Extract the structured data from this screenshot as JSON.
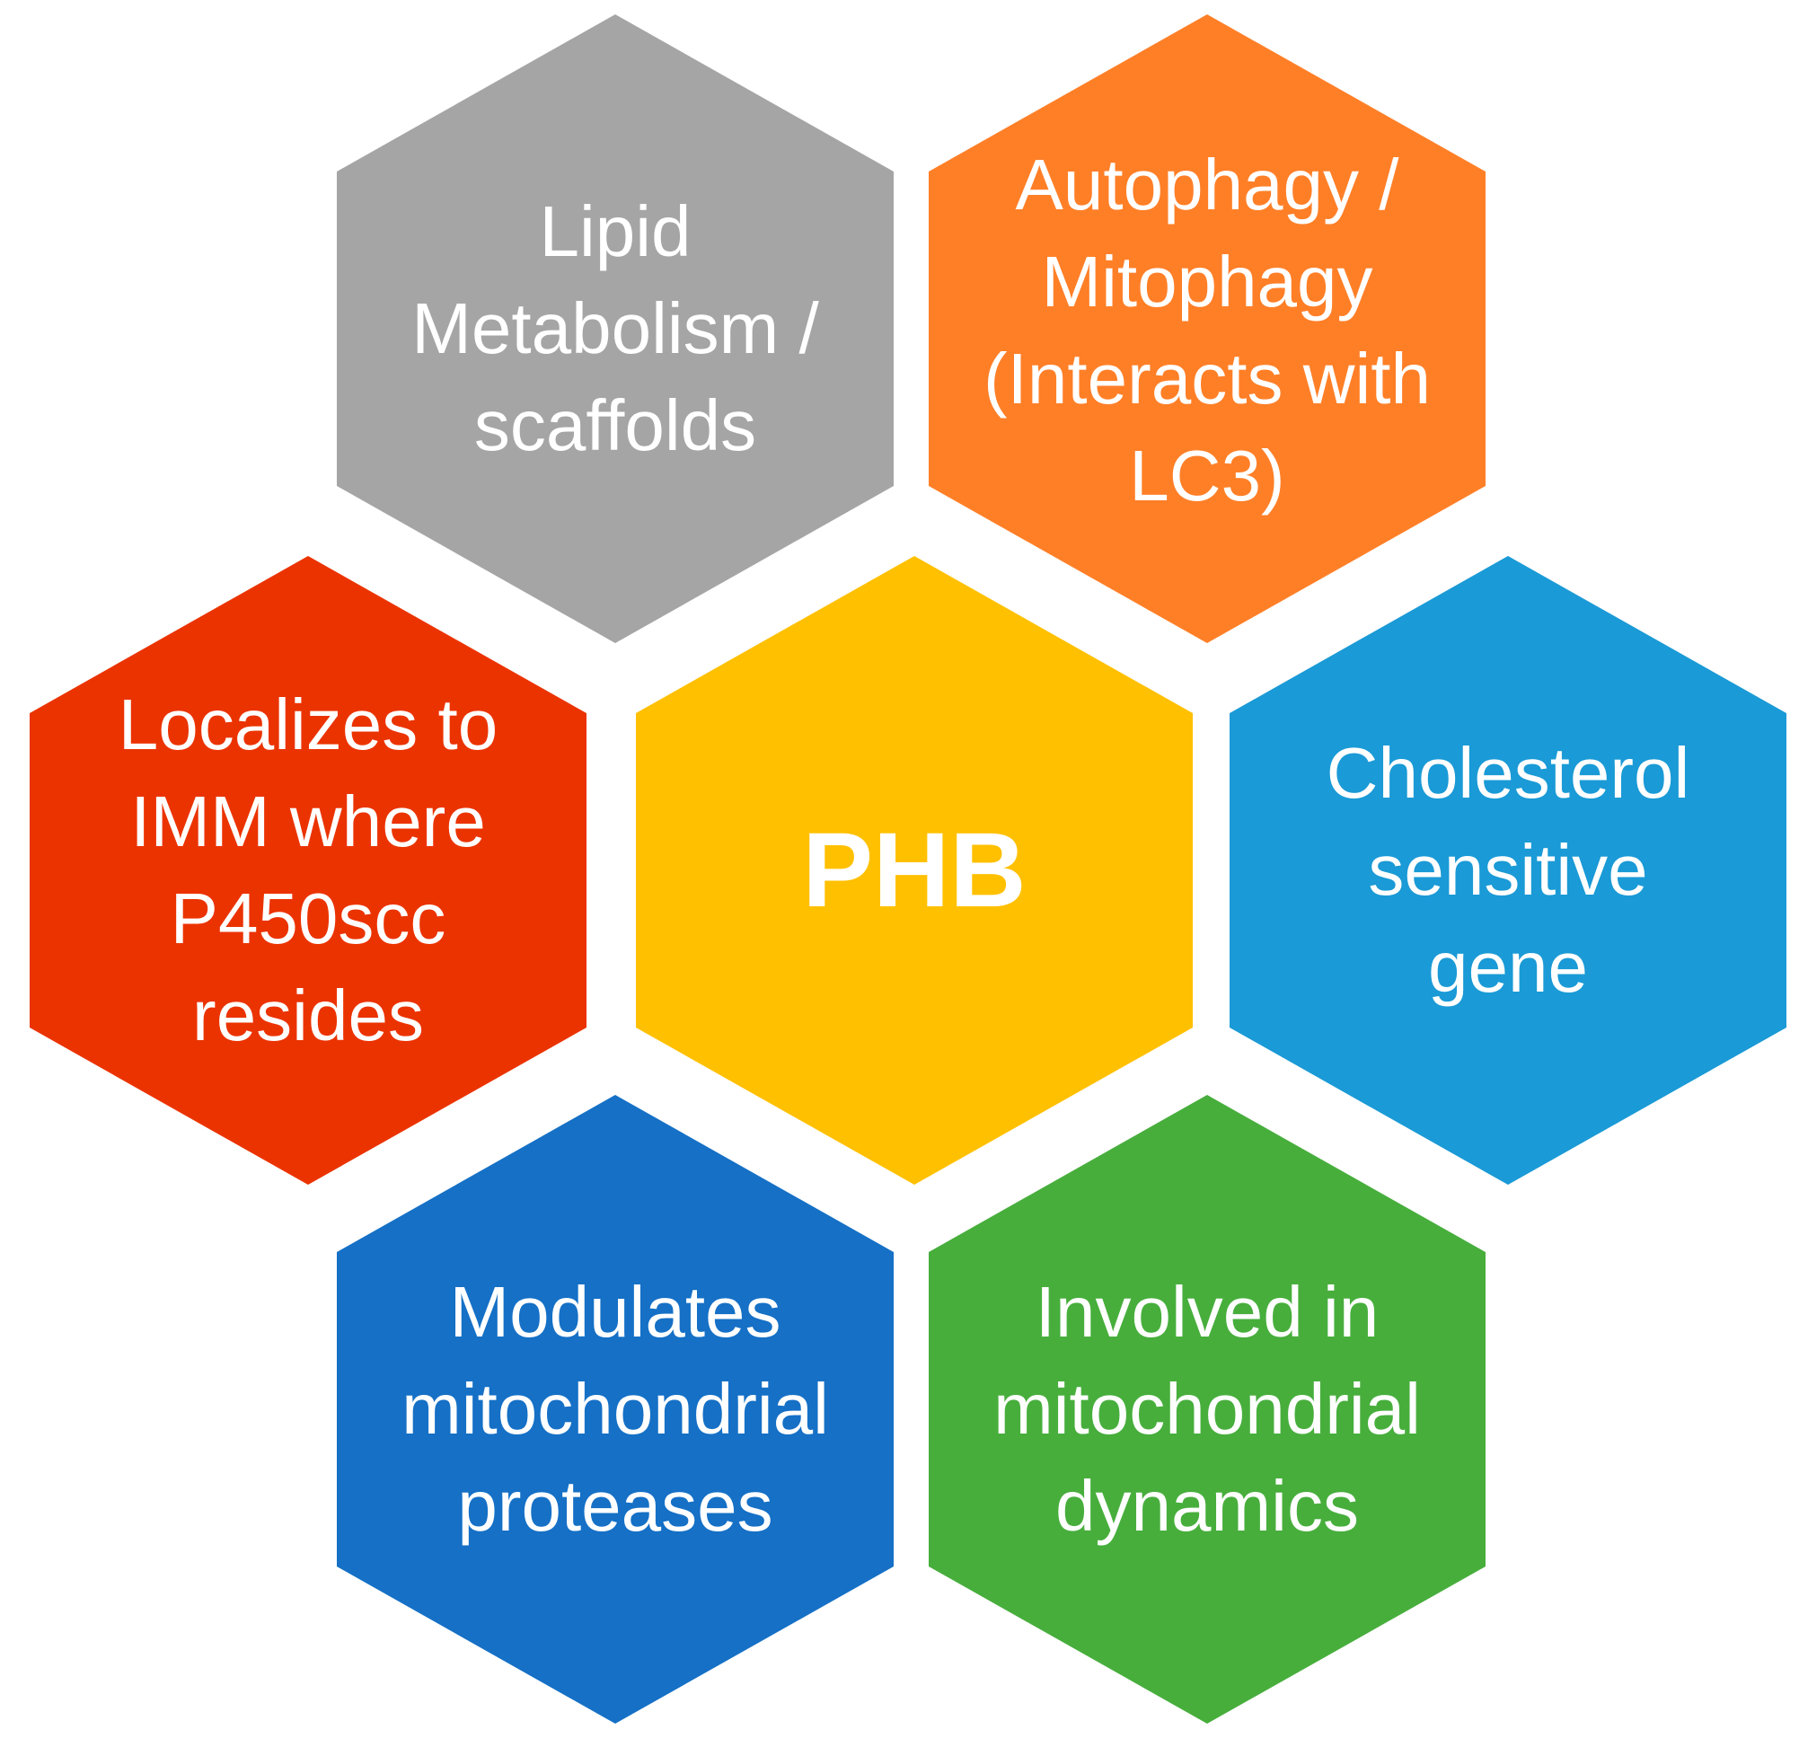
{
  "colors": {
    "gray": "#A5A5A5",
    "orange": "#FF7F27",
    "red": "#EB3300",
    "yellow": "#FFC000",
    "light_blue": "#1A9AD6",
    "blue": "#1570C6",
    "green": "#47AE3C"
  },
  "hexagons": {
    "lipid": {
      "label": "Lipid\nMetabolism /\nscaffolds",
      "color": "#A5A5A5"
    },
    "autophagy": {
      "label": "Autophagy /\nMitophagy\n(Interacts with\nLC3)",
      "color": "#FF7F27"
    },
    "localizes": {
      "label": "Localizes to\nIMM where\nP450scc\nresides",
      "color": "#EB3300"
    },
    "center": {
      "label": "PHB",
      "color": "#FFC000"
    },
    "cholesterol": {
      "label": "Cholesterol\nsensitive\ngene",
      "color": "#1A9AD6"
    },
    "modulates": {
      "label": "Modulates\nmitochondrial\nproteases",
      "color": "#1570C6"
    },
    "dynamics": {
      "label": "Involved in\nmitochondrial\ndynamics",
      "color": "#47AE3C"
    }
  }
}
